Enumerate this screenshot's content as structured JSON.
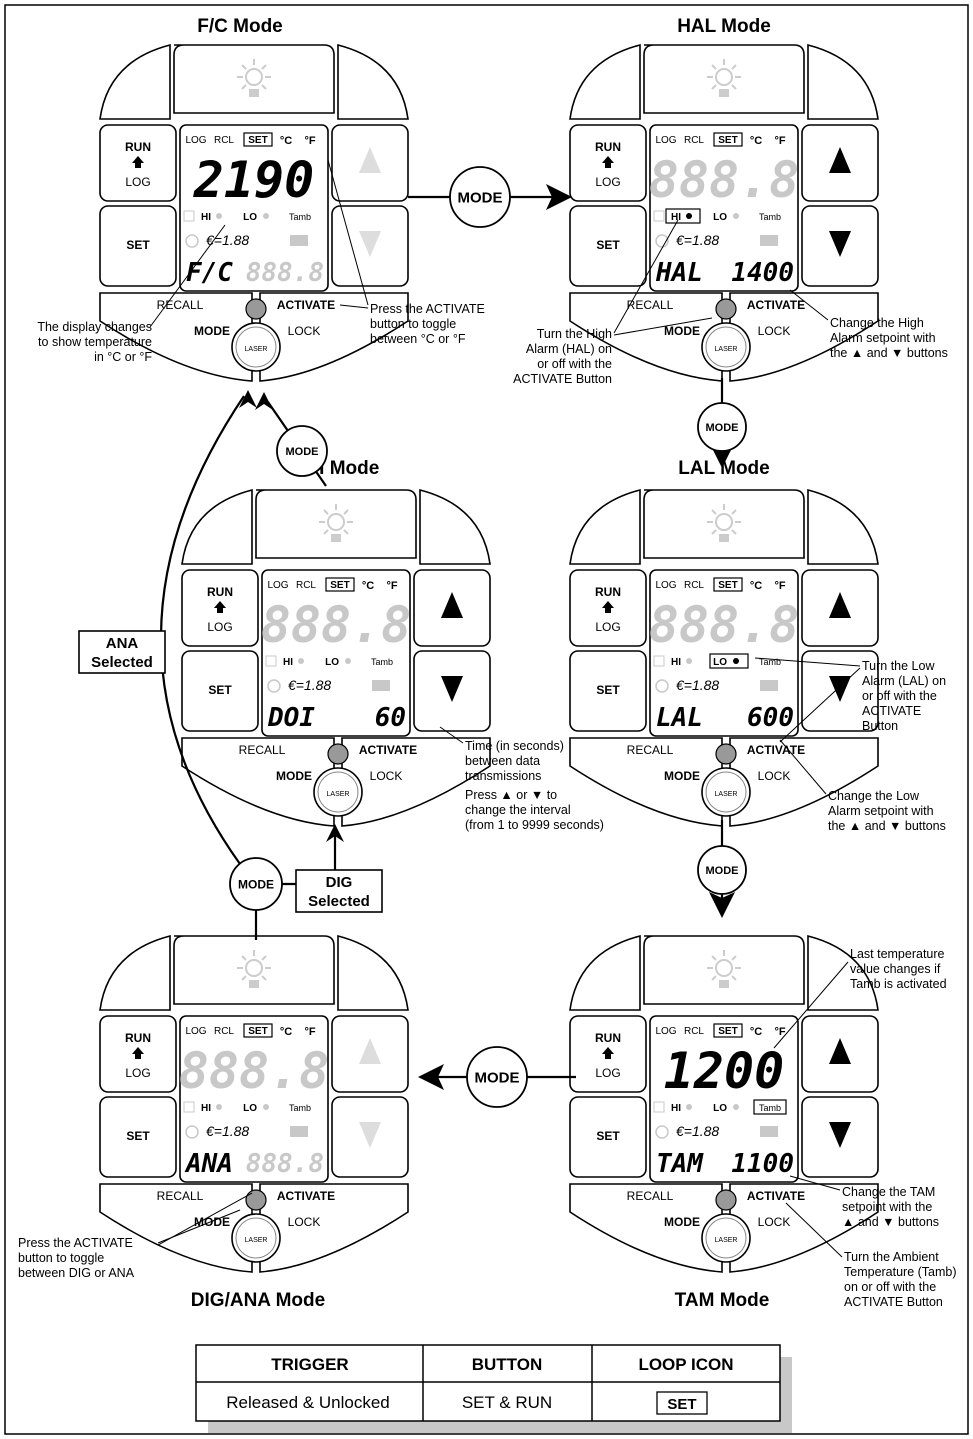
{
  "modes": {
    "fc": {
      "title": "F/C Mode",
      "run": "RUN",
      "log": "LOG",
      "set": "SET",
      "recall": "RECALL",
      "mode": "MODE",
      "activate": "ACTIVATE",
      "lock": "LOCK",
      "laser": "LASER",
      "top_log": "LOG",
      "top_rcl": "RCL",
      "top_set": "SET",
      "top_c": "°C",
      "top_f": "°F",
      "big_digits": "2190",
      "small_left": "F/C",
      "small_right": "888.8",
      "ind_hi": "HI",
      "ind_lo": "LO",
      "ind_tamb": "Tamb",
      "emis": "€=1.88"
    },
    "hal": {
      "title": "HAL Mode",
      "run": "RUN",
      "log": "LOG",
      "set": "SET",
      "recall": "RECALL",
      "mode": "MODE",
      "activate": "ACTIVATE",
      "lock": "LOCK",
      "laser": "LASER",
      "top_log": "LOG",
      "top_rcl": "RCL",
      "top_set": "SET",
      "top_c": "°C",
      "top_f": "°F",
      "big_digits": "888.8",
      "small_left": "HAL",
      "small_right": "1400",
      "ind_hi": "HI",
      "ind_lo": "LO",
      "ind_tamb": "Tamb",
      "emis": "€=1.88"
    },
    "lal": {
      "title": "LAL Mode",
      "run": "RUN",
      "log": "LOG",
      "set": "SET",
      "recall": "RECALL",
      "mode": "MODE",
      "activate": "ACTIVATE",
      "lock": "LOCK",
      "laser": "LASER",
      "top_log": "LOG",
      "top_rcl": "RCL",
      "top_set": "SET",
      "top_c": "°C",
      "top_f": "°F",
      "big_digits": "888.8",
      "small_left": "LAL",
      "small_right": "600",
      "ind_hi": "HI",
      "ind_lo": "LO",
      "ind_tamb": "Tamb",
      "emis": "€=1.88"
    },
    "doi": {
      "title": "DOI Mode",
      "run": "RUN",
      "log": "LOG",
      "set": "SET",
      "recall": "RECALL",
      "mode": "MODE",
      "activate": "ACTIVATE",
      "lock": "LOCK",
      "laser": "LASER",
      "top_log": "LOG",
      "top_rcl": "RCL",
      "top_set": "SET",
      "top_c": "°C",
      "top_f": "°F",
      "big_digits": "888.8",
      "small_left": "DOI",
      "small_right": "60",
      "ind_hi": "HI",
      "ind_lo": "LO",
      "ind_tamb": "Tamb",
      "emis": "€=1.88"
    },
    "ana": {
      "title": "DIG/ANA Mode",
      "run": "RUN",
      "log": "LOG",
      "set": "SET",
      "recall": "RECALL",
      "mode": "MODE",
      "activate": "ACTIVATE",
      "lock": "LOCK",
      "laser": "LASER",
      "top_log": "LOG",
      "top_rcl": "RCL",
      "top_set": "SET",
      "top_c": "°C",
      "top_f": "°F",
      "big_digits": "888.8",
      "small_left": "ANA",
      "small_right": "888.8",
      "ind_hi": "HI",
      "ind_lo": "LO",
      "ind_tamb": "Tamb",
      "emis": "€=1.88"
    },
    "tam": {
      "title": "TAM Mode",
      "run": "RUN",
      "log": "LOG",
      "set": "SET",
      "recall": "RECALL",
      "mode": "MODE",
      "activate": "ACTIVATE",
      "lock": "LOCK",
      "laser": "LASER",
      "top_log": "LOG",
      "top_rcl": "RCL",
      "top_set": "SET",
      "top_c": "°C",
      "top_f": "°F",
      "big_digits": "1200",
      "small_left": "TAM",
      "small_right": "1100",
      "ind_hi": "HI",
      "ind_lo": "LO",
      "ind_tamb": "Tamb",
      "emis": "€=1.88"
    }
  },
  "connectors": {
    "mode_label": "MODE",
    "ana_selected": [
      "ANA",
      "Selected"
    ],
    "dig_selected": [
      "DIG",
      "Selected"
    ]
  },
  "annotations": {
    "fc_display": [
      "The display changes",
      "to show temperature",
      "in °C or °F"
    ],
    "fc_activate": [
      "Press the ACTIVATE",
      "button to toggle",
      "between °C or °F"
    ],
    "hal_toggle": [
      "Turn the High",
      "Alarm (HAL) on",
      "or off with the",
      "ACTIVATE Button"
    ],
    "hal_setpoint": [
      "Change the High",
      "Alarm setpoint with",
      "the ▲ and ▼ buttons"
    ],
    "lal_toggle": [
      "Turn the Low",
      "Alarm (LAL) on",
      "or off with the",
      "ACTIVATE",
      "Button"
    ],
    "lal_setpoint": [
      "Change the Low",
      "Alarm setpoint with",
      "the ▲ and ▼ buttons"
    ],
    "doi_time": [
      "Time (in seconds)",
      "between data",
      "transmissions"
    ],
    "doi_press": [
      "Press ▲ or ▼ to",
      "change the interval",
      "(from 1 to 9999 seconds)"
    ],
    "ana_press": [
      "Press the ACTIVATE",
      "button to toggle",
      "between DIG or ANA"
    ],
    "tam_last": [
      "Last temperature",
      "value changes if",
      "is activated"
    ],
    "tam_last_tamb": "Tamb",
    "tam_setpoint": [
      "Change the TAM",
      "setpoint with the",
      "▲ and ▼ buttons"
    ],
    "tam_ambient": [
      "Turn the Ambient",
      "Temperature (Tamb)",
      "on or off with the",
      "ACTIVATE Button"
    ]
  },
  "table": {
    "headers": [
      "TRIGGER",
      "BUTTON",
      "LOOP ICON"
    ],
    "row": [
      "Released & Unlocked",
      "SET & RUN",
      "SET"
    ]
  },
  "colors": {
    "ink": "#000000",
    "faded": "#c8c8c8",
    "shadow": "#c8c8c8"
  }
}
